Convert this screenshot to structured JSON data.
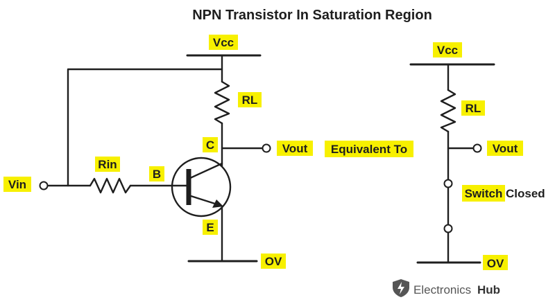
{
  "title": "NPN Transistor In Saturation Region",
  "left_circuit": {
    "vcc": "Vcc",
    "rl": "RL",
    "collector": "C",
    "vout": "Vout",
    "rin": "Rin",
    "base": "B",
    "vin": "Vin",
    "emitter": "E",
    "ground": "OV"
  },
  "middle_text": "Equivalent To",
  "right_circuit": {
    "vcc": "Vcc",
    "rl": "RL",
    "vout": "Vout",
    "switch_word": "Switch",
    "closed_word": "Closed",
    "ground": "OV"
  },
  "brand": {
    "name_a": "Electronics",
    "name_b": "Hub"
  },
  "colors": {
    "highlight": "#f7f000",
    "ink": "#1e1e1e"
  }
}
